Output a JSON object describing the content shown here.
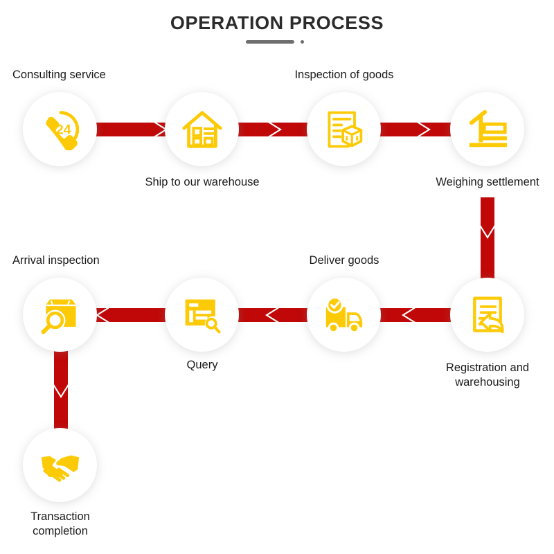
{
  "page": {
    "title": "OPERATION PROCESS",
    "background_color": "#ffffff",
    "accent_red": "#c00808",
    "accent_yellow": "#fdca06",
    "text_color": "#1a1a1a",
    "rule_color": "#6e6e6e"
  },
  "diagram": {
    "type": "process-flow",
    "flow_direction": "serpentine: row1 left-to-right, down, row2 right-to-left, down",
    "steps": [
      {
        "index": 1,
        "label": "Consulting service",
        "icon": "phone-24-support-icon",
        "label_position": "above-left",
        "row": 1
      },
      {
        "index": 2,
        "label": "Ship to our warehouse",
        "icon": "warehouse-house-icon",
        "label_position": "below",
        "row": 1
      },
      {
        "index": 3,
        "label": "Inspection of goods",
        "icon": "document-box-inspection-icon",
        "label_position": "above",
        "row": 1
      },
      {
        "index": 4,
        "label": "Weighing settlement",
        "icon": "weighing-scale-icon",
        "label_position": "below",
        "row": 1
      },
      {
        "index": 5,
        "label": "Registration and\nwarehousing",
        "icon": "document-reply-arrow-icon",
        "label_position": "below",
        "row": 2
      },
      {
        "index": 6,
        "label": "Deliver goods",
        "icon": "delivery-truck-check-icon",
        "label_position": "above",
        "row": 2
      },
      {
        "index": 7,
        "label": "Query",
        "icon": "document-search-icon",
        "label_position": "below",
        "row": 2
      },
      {
        "index": 8,
        "label": "Arrival inspection",
        "icon": "box-magnifier-icon",
        "label_position": "above-left",
        "row": 2
      },
      {
        "index": 9,
        "label": "Transaction\ncompletion",
        "icon": "handshake-icon",
        "label_position": "below",
        "row": 3
      }
    ],
    "connectors": [
      {
        "from": 1,
        "to": 2,
        "direction": "right"
      },
      {
        "from": 2,
        "to": 3,
        "direction": "right"
      },
      {
        "from": 3,
        "to": 4,
        "direction": "right"
      },
      {
        "from": 4,
        "to": 5,
        "direction": "down"
      },
      {
        "from": 5,
        "to": 6,
        "direction": "left"
      },
      {
        "from": 6,
        "to": 7,
        "direction": "left"
      },
      {
        "from": 7,
        "to": 8,
        "direction": "left"
      },
      {
        "from": 8,
        "to": 9,
        "direction": "down"
      }
    ]
  }
}
